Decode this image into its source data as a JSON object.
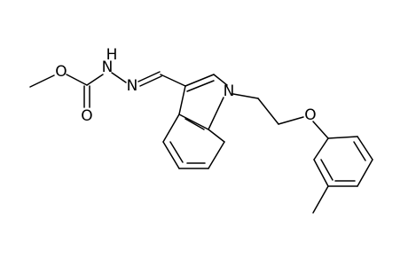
{
  "atom_labels": {
    "methoxy_oxygen": "O",
    "carbonyl_oxygen": "O",
    "hydrazide_nitrogen_h": "N",
    "hydrazide_hydrogen": "H",
    "imine_nitrogen": "N",
    "indole_nitrogen": "N",
    "ether_oxygen": "O"
  }
}
